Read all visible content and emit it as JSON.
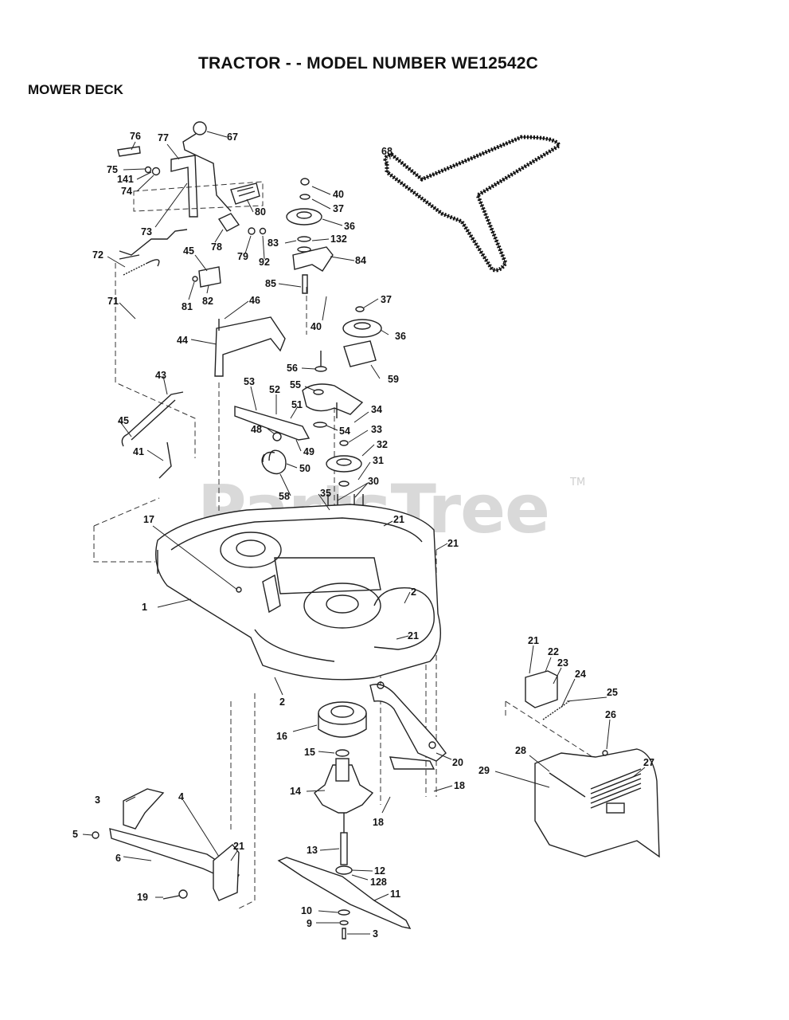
{
  "title": "TRACTOR - - MODEL NUMBER WE12542C",
  "section": "MOWER DECK",
  "watermark": "PartsTree",
  "watermark_tm": "TM",
  "callouts": [
    {
      "id": "76"
    },
    {
      "id": "77"
    },
    {
      "id": "67"
    },
    {
      "id": "68"
    },
    {
      "id": "75"
    },
    {
      "id": "141"
    },
    {
      "id": "74"
    },
    {
      "id": "40"
    },
    {
      "id": "37"
    },
    {
      "id": "80"
    },
    {
      "id": "36"
    },
    {
      "id": "73"
    },
    {
      "id": "78"
    },
    {
      "id": "79"
    },
    {
      "id": "83"
    },
    {
      "id": "132"
    },
    {
      "id": "92"
    },
    {
      "id": "84"
    },
    {
      "id": "72"
    },
    {
      "id": "45"
    },
    {
      "id": "85"
    },
    {
      "id": "81"
    },
    {
      "id": "82"
    },
    {
      "id": "37"
    },
    {
      "id": "71"
    },
    {
      "id": "46"
    },
    {
      "id": "40"
    },
    {
      "id": "36"
    },
    {
      "id": "44"
    },
    {
      "id": "56"
    },
    {
      "id": "59"
    },
    {
      "id": "43"
    },
    {
      "id": "55"
    },
    {
      "id": "53"
    },
    {
      "id": "52"
    },
    {
      "id": "51"
    },
    {
      "id": "34"
    },
    {
      "id": "45"
    },
    {
      "id": "48"
    },
    {
      "id": "54"
    },
    {
      "id": "33"
    },
    {
      "id": "32"
    },
    {
      "id": "41"
    },
    {
      "id": "49"
    },
    {
      "id": "31"
    },
    {
      "id": "50"
    },
    {
      "id": "30"
    },
    {
      "id": "35"
    },
    {
      "id": "58"
    },
    {
      "id": "21"
    },
    {
      "id": "17"
    },
    {
      "id": "21"
    },
    {
      "id": "1"
    },
    {
      "id": "2"
    },
    {
      "id": "21"
    },
    {
      "id": "21"
    },
    {
      "id": "22"
    },
    {
      "id": "23"
    },
    {
      "id": "24"
    },
    {
      "id": "2"
    },
    {
      "id": "25"
    },
    {
      "id": "16"
    },
    {
      "id": "26"
    },
    {
      "id": "15"
    },
    {
      "id": "20"
    },
    {
      "id": "28"
    },
    {
      "id": "27"
    },
    {
      "id": "29"
    },
    {
      "id": "14"
    },
    {
      "id": "18"
    },
    {
      "id": "3"
    },
    {
      "id": "4"
    },
    {
      "id": "18"
    },
    {
      "id": "5"
    },
    {
      "id": "21"
    },
    {
      "id": "6"
    },
    {
      "id": "13"
    },
    {
      "id": "12"
    },
    {
      "id": "128"
    },
    {
      "id": "19"
    },
    {
      "id": "11"
    },
    {
      "id": "10"
    },
    {
      "id": "9"
    },
    {
      "id": "3"
    }
  ]
}
